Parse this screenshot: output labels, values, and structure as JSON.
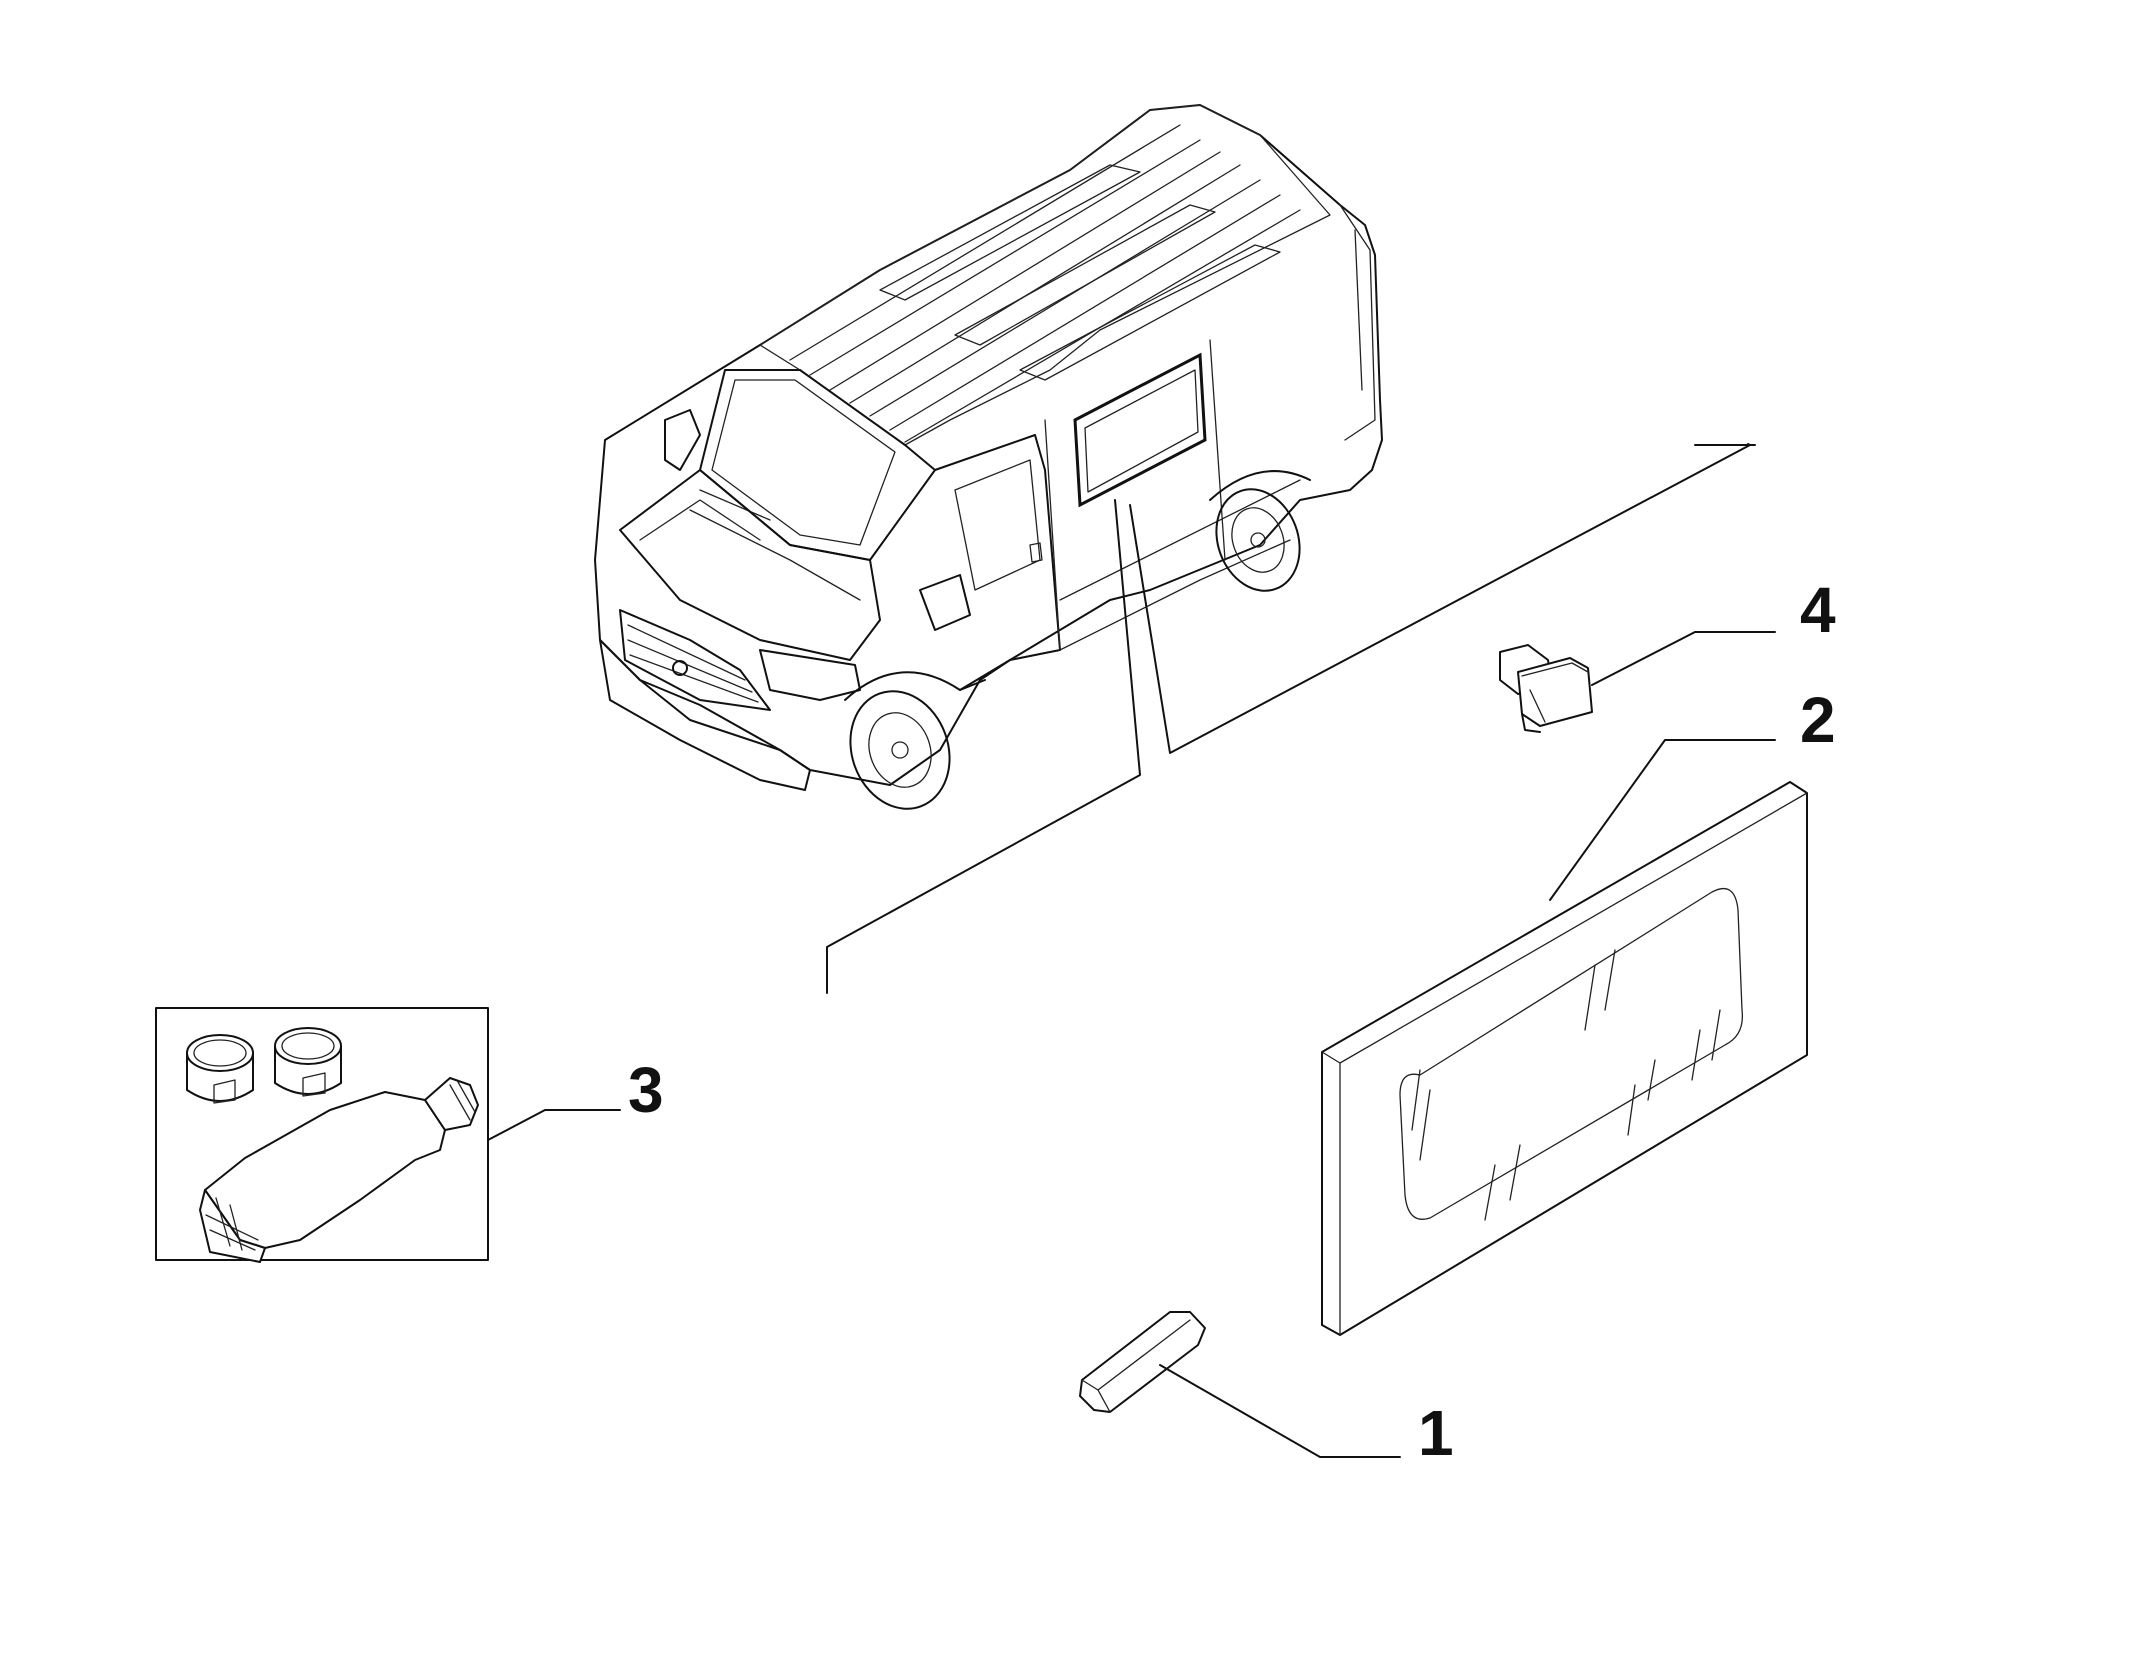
{
  "diagram": {
    "callouts": [
      {
        "id": "1",
        "label": "1"
      },
      {
        "id": "2",
        "label": "2"
      },
      {
        "id": "3",
        "label": "3"
      },
      {
        "id": "4",
        "label": "4"
      }
    ],
    "colors": {
      "line": "#111111",
      "background": "#ffffff"
    },
    "icons": [
      "van-illustration",
      "glass-panel",
      "clip-part",
      "bonding-kit",
      "plug-part"
    ]
  }
}
